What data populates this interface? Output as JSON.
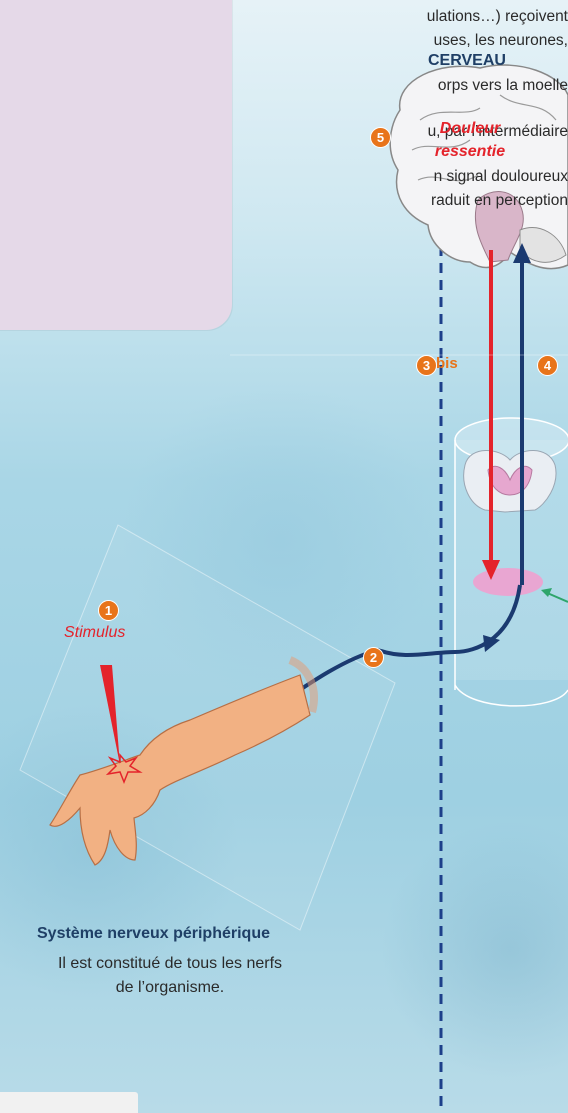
{
  "note_lines": [
    "ulations…) reçoivent",
    "uses, les neurones,",
    "orps vers la moelle",
    "u, par l’intermédiaire",
    "n signal douloureux",
    "raduit en perception"
  ],
  "labels": {
    "brain_title": "CERVEAU",
    "pain_felt_line1": "Douleur",
    "pain_felt_line2": "ressentie",
    "stimulus": "Stimulus",
    "bis_suffix": "bis",
    "pns_title": "Système nerveux périphérique",
    "pns_desc_line1": "Il est constitué de tous les nerfs",
    "pns_desc_line2": "de l’organisme."
  },
  "badges": {
    "b1": "1",
    "b2": "2",
    "b3": "3",
    "b4": "4",
    "b5": "5"
  },
  "colors": {
    "ascending_nerve": "#1b3a70",
    "descending_signal": "#e4232b",
    "badge": "#e8741a",
    "note_box": "#e5d9e8",
    "dashed_divider": "#1d3f8a",
    "green_arrow": "#2ea56b"
  }
}
